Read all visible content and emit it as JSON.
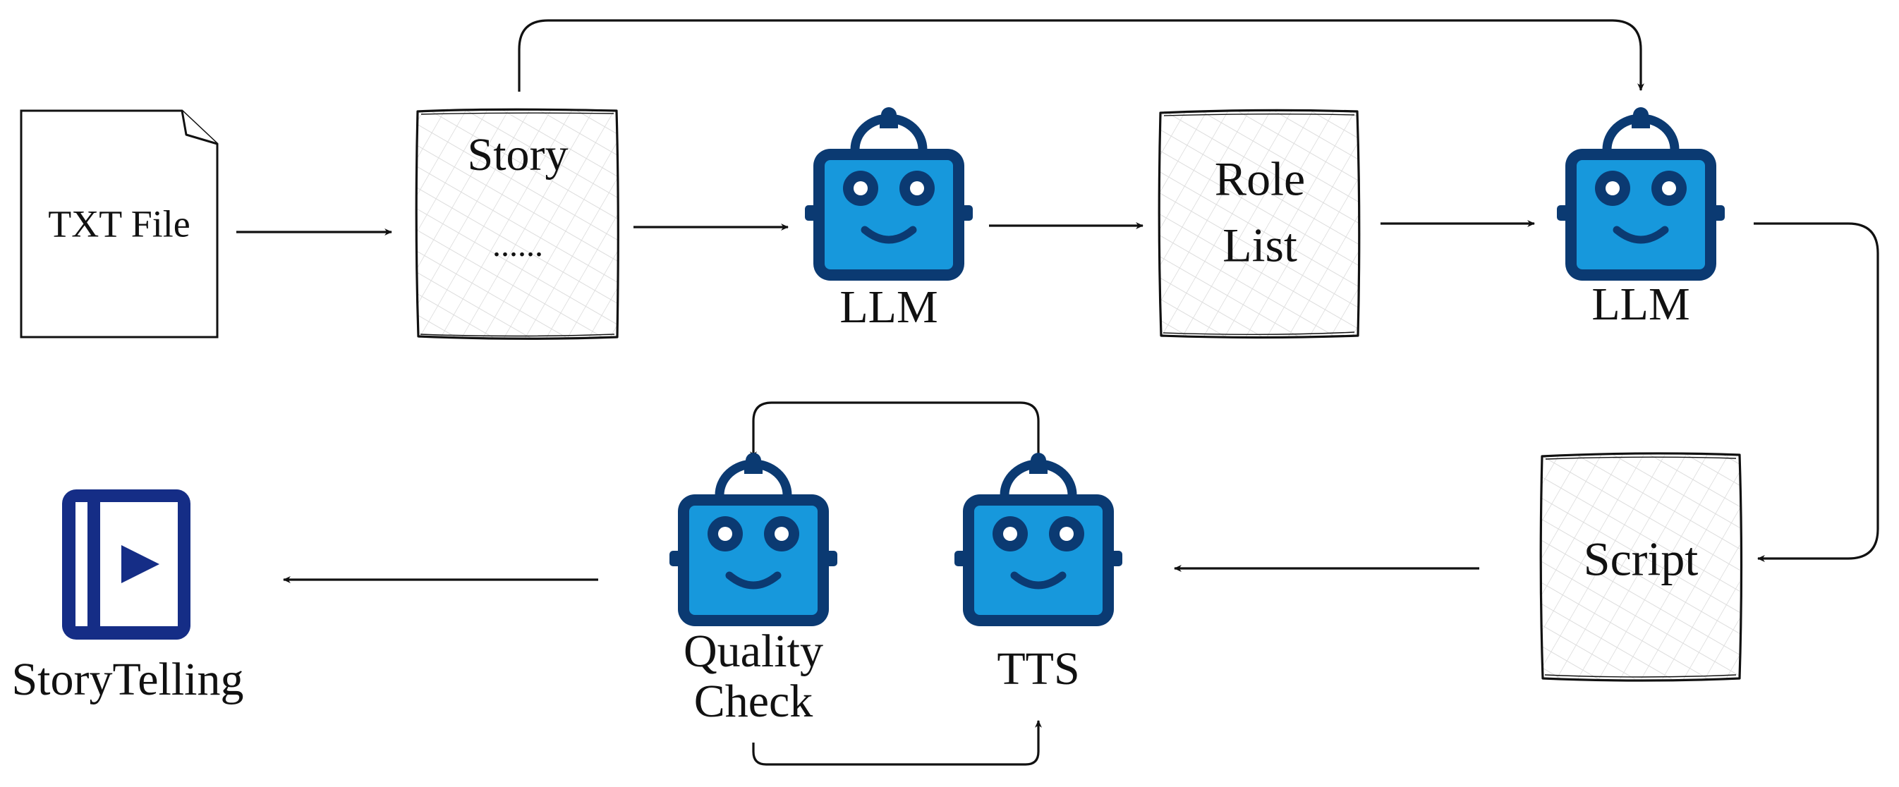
{
  "nodes": {
    "txt_file": {
      "label": "TXT File"
    },
    "story": {
      "title": "Story",
      "body": "......"
    },
    "llm_1": {
      "label": "LLM"
    },
    "role_list": {
      "line1": "Role",
      "line2": "List"
    },
    "llm_2": {
      "label": "LLM"
    },
    "script": {
      "label": "Script"
    },
    "tts": {
      "label": "TTS"
    },
    "quality_check": {
      "line1": "Quality",
      "line2": "Check"
    },
    "storytelling": {
      "label": "StoryTelling"
    }
  },
  "edges": [
    {
      "from": "txt_file",
      "to": "story"
    },
    {
      "from": "story",
      "to": "llm_1"
    },
    {
      "from": "llm_1",
      "to": "role_list"
    },
    {
      "from": "role_list",
      "to": "llm_2"
    },
    {
      "from": "story",
      "to": "llm_2"
    },
    {
      "from": "llm_2",
      "to": "script"
    },
    {
      "from": "script",
      "to": "tts"
    },
    {
      "from": "tts",
      "to": "quality_check"
    },
    {
      "from": "quality_check",
      "to": "tts"
    },
    {
      "from": "quality_check",
      "to": "storytelling"
    }
  ],
  "icons": {
    "robot": "robot-icon",
    "document": "document-icon",
    "storytelling": "video-book-icon"
  },
  "colors": {
    "robot_dark": "#0B3A72",
    "robot_face": "#1798DC",
    "book_dark": "#152D86",
    "ink": "#111111",
    "hatch": "#CFCFCF"
  }
}
